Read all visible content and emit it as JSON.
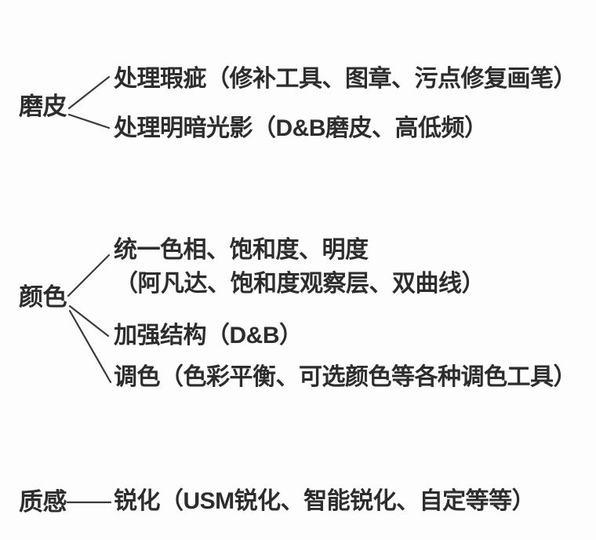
{
  "meta": {
    "description": "Chinese mind-map of photo retouching workflow",
    "background_color": "#fdfdfd",
    "text_color": "#2d2d2d",
    "line_color": "#3a3a3a"
  },
  "tree": {
    "nodes": [
      {
        "label": "磨皮",
        "children": [
          {
            "lines": [
              "处理瑕疵（修补工具、图章、污点修复画笔）"
            ]
          },
          {
            "lines": [
              "处理明暗光影（D&B磨皮、高低频）"
            ]
          }
        ]
      },
      {
        "label": "颜色",
        "children": [
          {
            "lines": [
              "统一色相、饱和度、明度",
              "（阿凡达、饱和度观察层、双曲线）"
            ]
          },
          {
            "lines": [
              "加强结构（D&B）"
            ]
          },
          {
            "lines": [
              "调色（色彩平衡、可选颜色等各种调色工具）"
            ]
          }
        ]
      },
      {
        "label": "质感",
        "children": [
          {
            "lines": [
              "锐化（USM锐化、智能锐化、自定等等）"
            ]
          }
        ]
      }
    ]
  }
}
